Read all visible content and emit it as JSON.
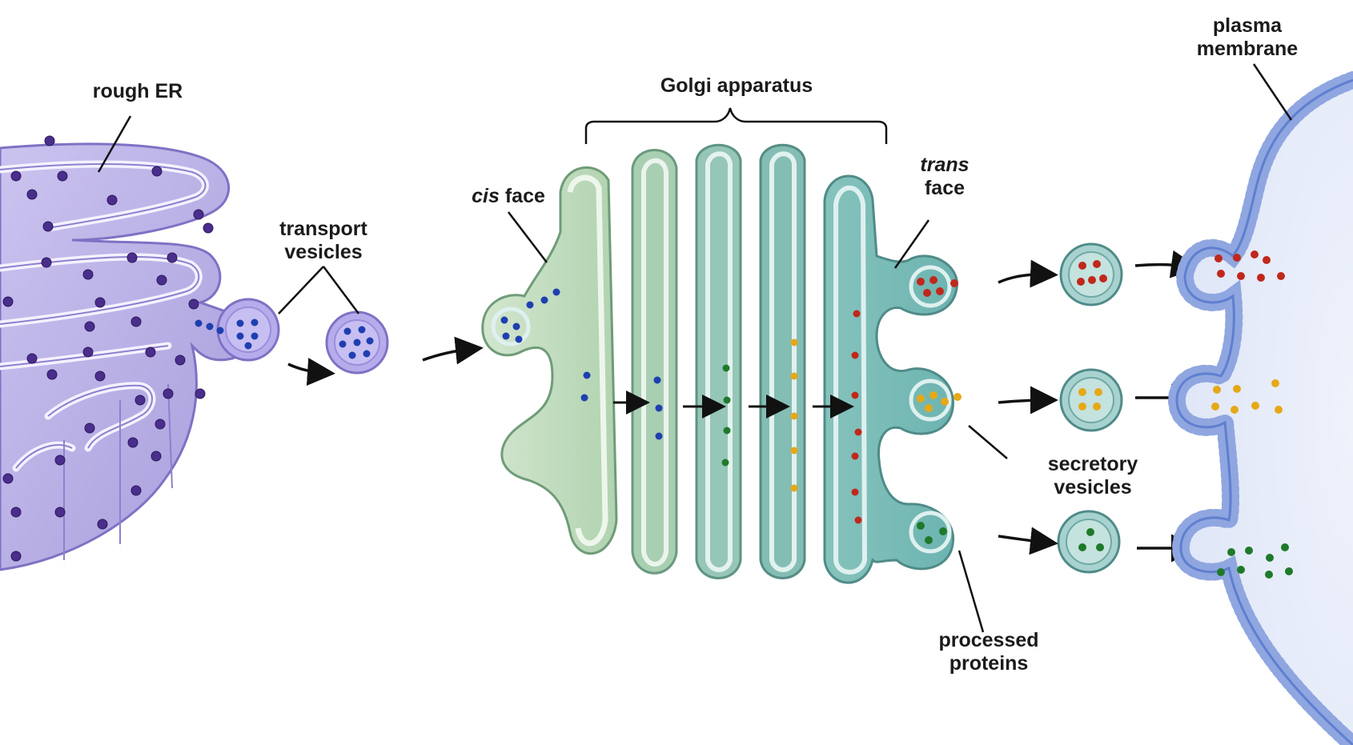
{
  "labels": {
    "rough_er": "rough ER",
    "transport_vesicles_line1": "transport",
    "transport_vesicles_line2": "vesicles",
    "golgi_apparatus": "Golgi apparatus",
    "cis_italic": "cis",
    "cis_rest": " face",
    "trans_line1": "trans",
    "trans_line2": "face",
    "plasma_line1": "plasma",
    "plasma_line2": "membrane",
    "secretory_line1": "secretory",
    "secretory_line2": "vesicles",
    "processed_line1": "processed",
    "processed_line2": "proteins"
  },
  "colors": {
    "er_fill": "#b9b0e6",
    "er_outline": "#7f71c4",
    "ribosome": "#4a2e8c",
    "golgi_cis": "#bcd8b9",
    "golgi_mid": "#8fc6bb",
    "golgi_trans": "#6fb5b3",
    "membrane": "#8fa6e0",
    "protein_blue": "#1f3fb0",
    "protein_green": "#1e7a2a",
    "protein_yellow": "#e6a817",
    "protein_red": "#c0281c"
  }
}
